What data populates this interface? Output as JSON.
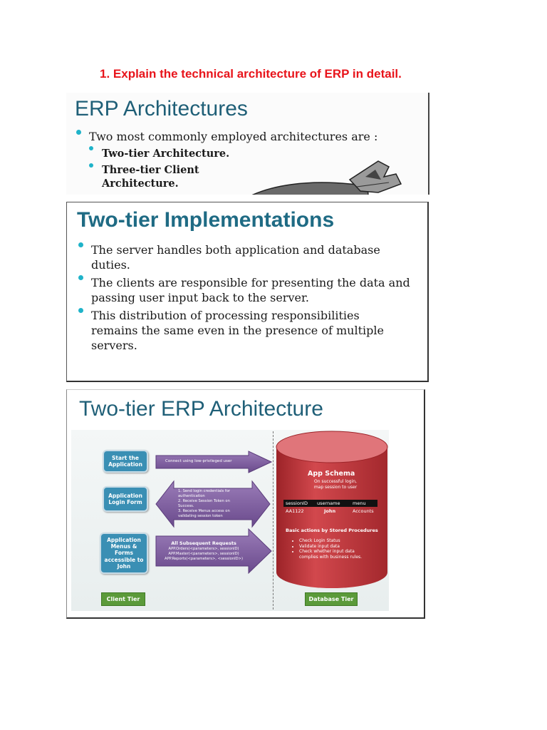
{
  "question": "1.  Explain the technical architecture of ERP in detail.",
  "slide1": {
    "title": "ERP Architectures",
    "bullet": "Two most commonly employed architectures are :",
    "sub_bullets": [
      "Two-tier Architecture.",
      "Three-tier Client",
      "Architecture."
    ]
  },
  "slide2": {
    "title": "Two-tier Implementations",
    "bullets": [
      [
        "The server handles both application and database",
        "duties."
      ],
      [
        " The clients are responsible for presenting the data and",
        "passing user input back to the server."
      ],
      [
        "This distribution of processing responsibilities",
        "remains the same even in the presence of multiple",
        "servers."
      ]
    ]
  },
  "slide3": {
    "title": "Two-tier ERP Architecture",
    "client_boxes": [
      [
        "Start the",
        "Application"
      ],
      [
        "Application",
        "Login Form"
      ],
      [
        "Application",
        "Menus &",
        "Forms",
        "accessible to",
        "John"
      ]
    ],
    "arrow1_text": "Connect using low-privileged user",
    "arrow2_steps": [
      "1.    Send login credentials for",
      "        authentication",
      "2.    Receive Session Token on",
      "        Success.",
      "3.    Receive Menus access on",
      "        validating session token"
    ],
    "arrow3_title": "All Subsequent Requests",
    "arrow3_lines": [
      "APP.Orders(<parameters>, sessionID)",
      "APP.Master(<parameters>, sessionID)",
      "APP.Reports(<parameters>, <sessionID>)"
    ],
    "db": {
      "schema_title": "App Schema",
      "schema_sub": [
        "On successful login,",
        "map session to user"
      ],
      "table_headers": [
        "sessionID",
        "username",
        "menu"
      ],
      "table_row": [
        "AA1122",
        "John",
        "Accounts"
      ],
      "actions_title": "Basic actions by Stored Procedures",
      "actions": [
        "Check Login Status",
        "Validate input data",
        "Check whether input data",
        "complies with business rules."
      ]
    },
    "client_tier": "Client Tier",
    "database_tier": "Database Tier"
  },
  "colors": {
    "question": "#e8141b",
    "slide_title_teal": "#1f6b84",
    "bullet_dot": "#1fb3c9",
    "client_box": "#3a8fb4",
    "arrow_purple": "#7b5a9c",
    "db_red": "#c43a3f",
    "tier_green": "#5b9a3a"
  }
}
